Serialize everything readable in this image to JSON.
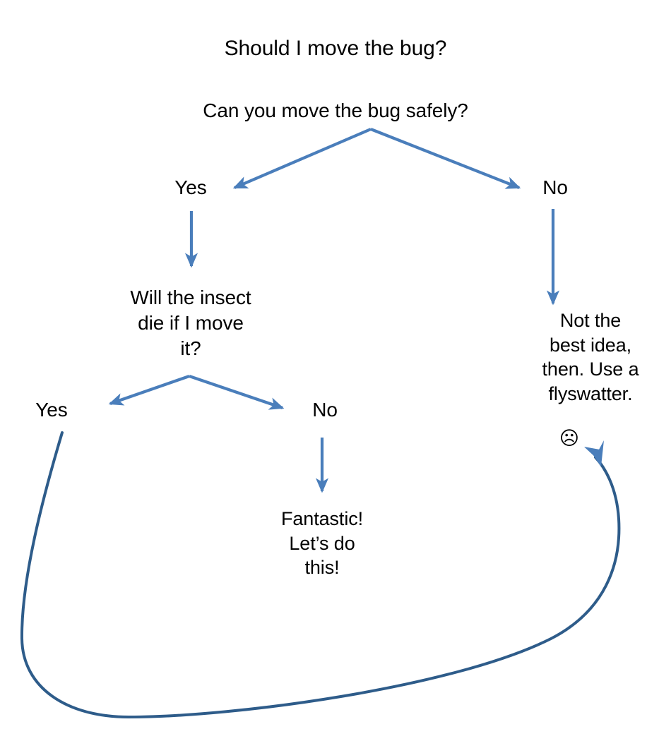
{
  "diagram": {
    "title": "Should I move the bug?",
    "type": "decision-flowchart",
    "accent_color": "#4A7EBB",
    "loop_color": "#2E5C8A",
    "text_color": "#000000",
    "background_color": "#FFFFFF"
  },
  "nodes": {
    "title": "Should I move the bug?",
    "question_1": "Can you move the bug safely?",
    "q1_yes_label": "Yes",
    "q1_no_label": "No",
    "question_2": "Will the insect\ndie if I move\nit?",
    "q2_yes_label": "Yes",
    "q2_no_label": "No",
    "outcome_good": "Fantastic!\nLet’s do\nthis!",
    "outcome_bad": "Not the\nbest idea,\nthen. Use a\nflyswatter.",
    "sad_face_glyph": "☹"
  },
  "edges": [
    {
      "id": "q1-to-yes",
      "from": "question_1",
      "to": "q1_yes_label",
      "label": ""
    },
    {
      "id": "q1-to-no",
      "from": "question_1",
      "to": "q1_no_label",
      "label": ""
    },
    {
      "id": "yes1-to-q2",
      "from": "q1_yes_label",
      "to": "question_2",
      "label": ""
    },
    {
      "id": "no1-to-bad",
      "from": "q1_no_label",
      "to": "outcome_bad",
      "label": ""
    },
    {
      "id": "q2-to-yes",
      "from": "question_2",
      "to": "q2_yes_label",
      "label": ""
    },
    {
      "id": "q2-to-no",
      "from": "question_2",
      "to": "q2_no_label",
      "label": ""
    },
    {
      "id": "no2-to-good",
      "from": "q2_no_label",
      "to": "outcome_good",
      "label": ""
    },
    {
      "id": "yes2-loop-to-bad",
      "from": "q2_yes_label",
      "to": "outcome_bad",
      "label": ""
    }
  ]
}
